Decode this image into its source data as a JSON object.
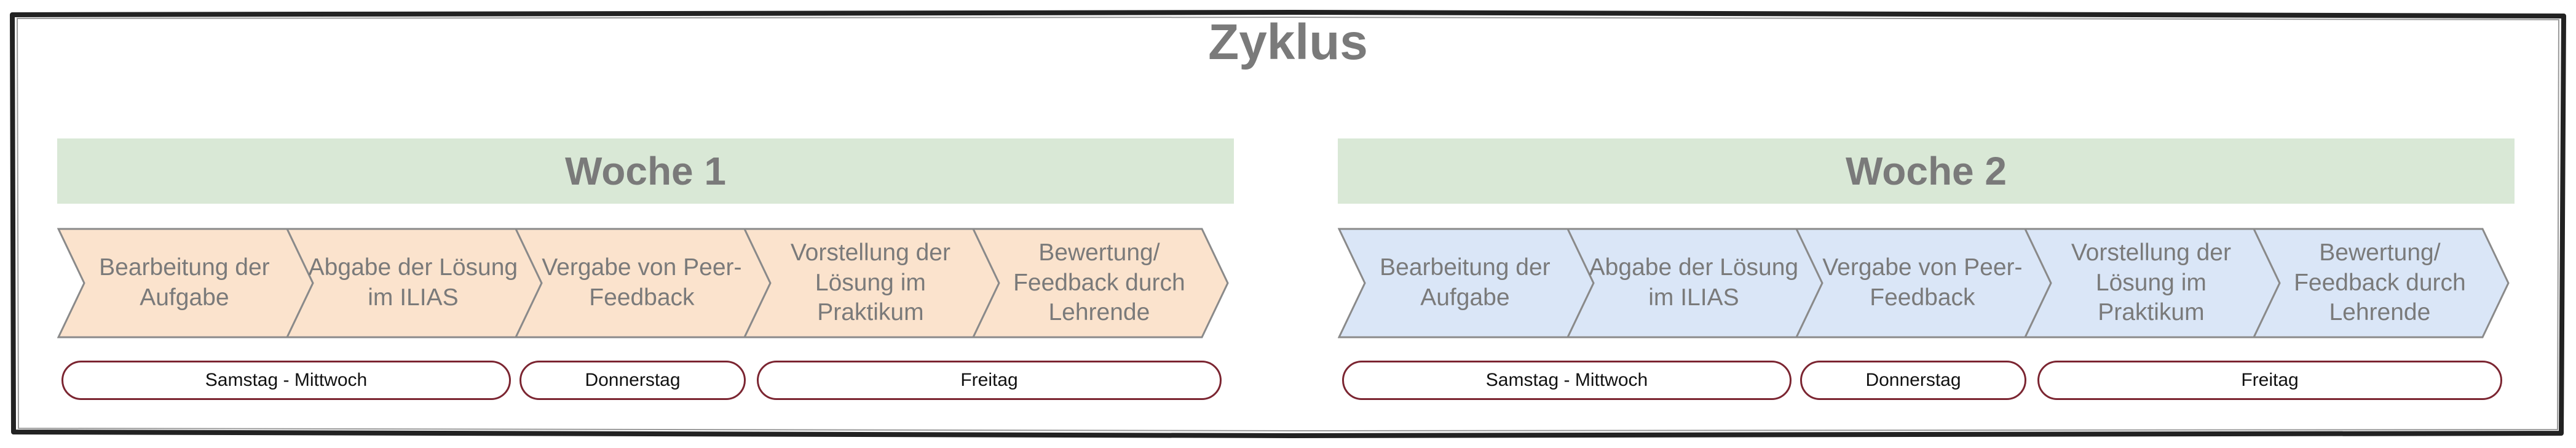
{
  "title": "Zyklus",
  "colors": {
    "header_fill": "#d9e8d6",
    "week1_step_fill": "#fbe3cd",
    "week2_step_fill": "#dae6f7",
    "step_stroke": "#8a8a8a",
    "pill_border": "#7b2531",
    "text_gray": "#7a7a7a"
  },
  "weeks": [
    {
      "label": "Woche 1",
      "steps": [
        "Bearbeitung der Aufgabe",
        "Abgabe der Lösung im ILIAS",
        "Vergabe von Peer-Feedback",
        "Vorstellung der Lösung im Praktikum",
        "Bewertung/ Feedback durch Lehrende"
      ],
      "days": [
        "Samstag - Mittwoch",
        "Donnerstag",
        "Freitag"
      ]
    },
    {
      "label": "Woche 2",
      "steps": [
        "Bearbeitung der Aufgabe",
        "Abgabe der Lösung im ILIAS",
        "Vergabe von Peer-Feedback",
        "Vorstellung der Lösung im Praktikum",
        "Bewertung/ Feedback durch Lehrende"
      ],
      "days": [
        "Samstag - Mittwoch",
        "Donnerstag",
        "Freitag"
      ]
    }
  ]
}
